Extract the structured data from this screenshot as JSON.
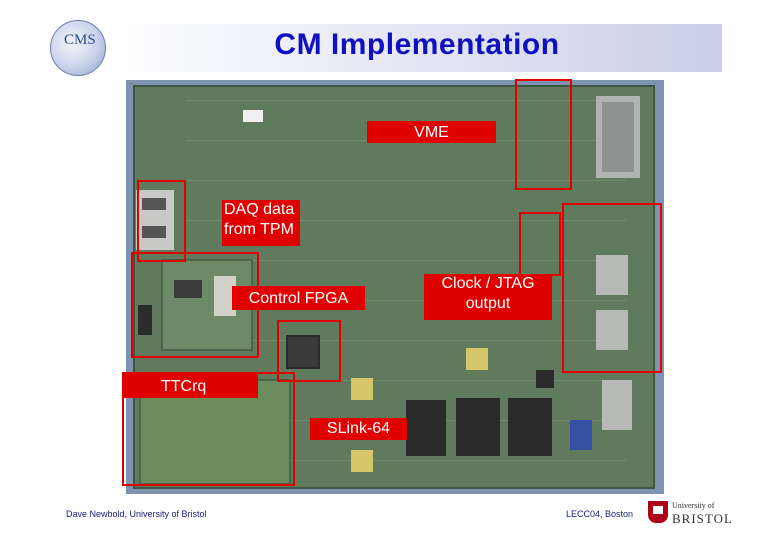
{
  "slide": {
    "title": "CM Implementation",
    "logo": {
      "text": "CMS"
    }
  },
  "labels": {
    "vme": "VME",
    "daq_line1": "DAQ data",
    "daq_line2": "from TPM",
    "control_fpga": "Control FPGA",
    "clock_line1": "Clock / JTAG",
    "clock_line2": "output",
    "ttcrq": "TTCrq",
    "slink": "SLink-64"
  },
  "footer": {
    "left": "Dave Newbold, University of Bristol",
    "right": "LECC04, Boston",
    "university_logo": {
      "small": "University of",
      "big": "BRISTOL"
    }
  },
  "colors": {
    "title": "#1010c0",
    "highlight": "#e00000",
    "pcb": "#5f7a5c"
  }
}
